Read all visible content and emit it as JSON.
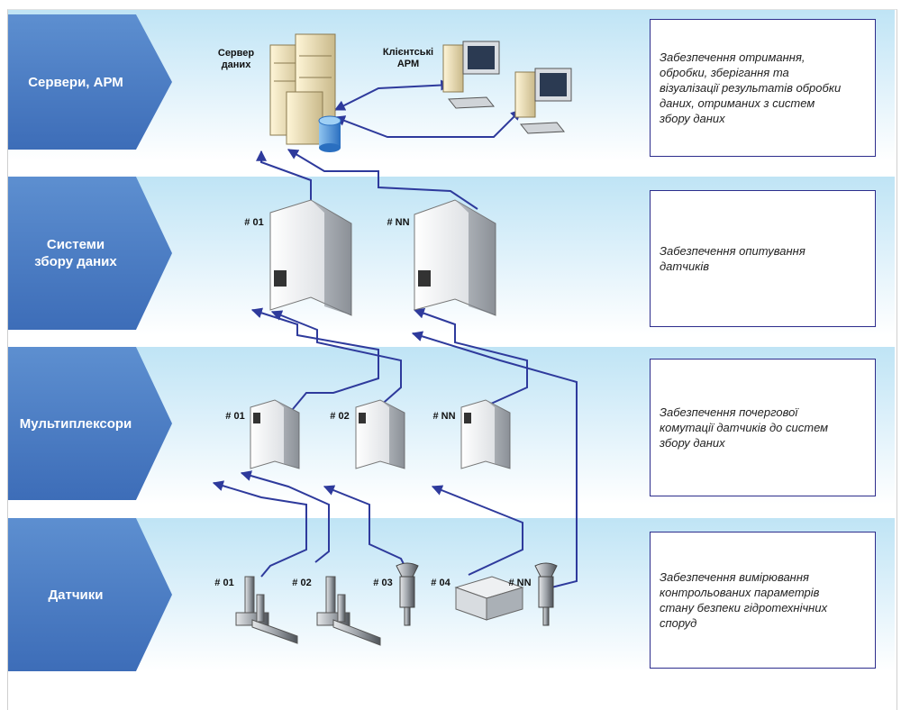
{
  "rows": [
    {
      "label": "Сервери, АРМ",
      "description": "Забезпечення отримання,\nобробки, зберігання та\nвізуалізації результатів обробки\nданих, отриманих з систем\nзбору даних"
    },
    {
      "label": "Системи\nзбору даних",
      "description": "Забезпечення опитування\nдатчиків"
    },
    {
      "label": "Мультиплексори",
      "description": "Забезпечення почергової\nкомутації датчиків до систем\nзбору даних"
    },
    {
      "label": "Датчики",
      "description": "Забезпечення вимірювання\nконтрольованих параметрів\nстану безпеки гідротехнічних\nспоруд"
    }
  ],
  "labels": {
    "server": "Сервер\nданих",
    "clients": "Клієнтські\nАРМ",
    "dcs_01": "# 01",
    "dcs_nn": "# NN",
    "mux_01": "# 01",
    "mux_02": "# 02",
    "mux_nn": "# NN",
    "sensor_01": "# 01",
    "sensor_02": "# 02",
    "sensor_03": "# 03",
    "sensor_04": "# 04",
    "sensor_nn": "# NN"
  },
  "colors": {
    "chevron": "#4a7bc4",
    "band": "#cbe9f7",
    "link": "#2e3a9c",
    "box_border": "#2d2d8c"
  }
}
